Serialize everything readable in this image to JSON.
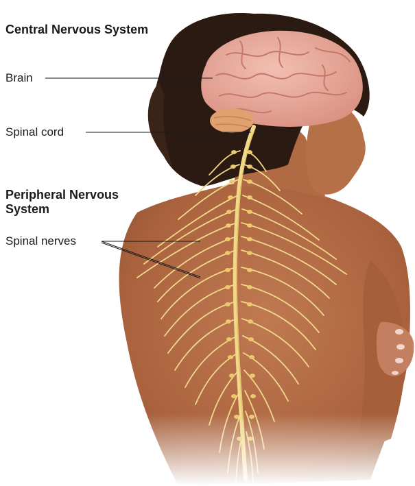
{
  "sections": {
    "central": {
      "heading": "Central Nervous System",
      "labels": {
        "brain": "Brain",
        "spinal_cord": "Spinal cord"
      }
    },
    "peripheral": {
      "heading": "Peripheral Nervous System",
      "labels": {
        "spinal_nerves": "Spinal nerves"
      }
    }
  },
  "colors": {
    "skin": "#b8704a",
    "hair": "#2b1a12",
    "brain": "#e9a79a",
    "cerebellum": "#e0a070",
    "nerve": "#f2d98a",
    "leader_line": "#1a1a1a"
  }
}
